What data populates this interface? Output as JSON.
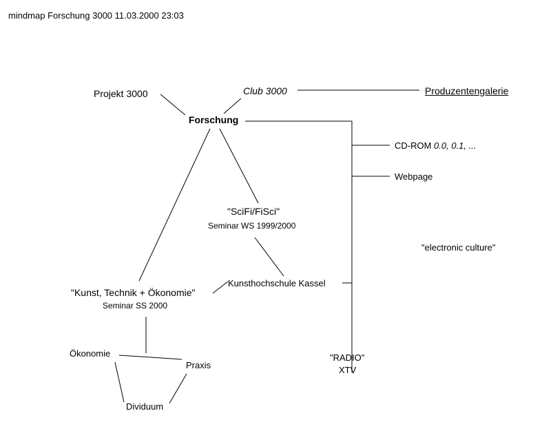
{
  "header": {
    "title": "mindmap Forschung 3000 11.03.2000 23:03"
  },
  "nodes": {
    "projekt": "Projekt 3000",
    "club": "Club 3000",
    "produzentengalerie": "Produzentengalerie",
    "forschung": "Forschung",
    "cdrom_prefix": "CD-ROM ",
    "cdrom_versions": "0.0, 0.1, ...",
    "webpage": "Webpage",
    "scifi": "\"SciFi/FiSci\"",
    "scifi_sub": "Seminar WS 1999/2000",
    "electronic": "\"electronic culture\"",
    "kunsthochschule": "Kunsthochschule Kassel",
    "kunst": "\"Kunst, Technik + Ökonomie\"",
    "kunst_sub": "Seminar SS 2000",
    "oekonomie": "Ökonomie",
    "praxis": "Praxis",
    "dividuum": "Dividuum",
    "radio": "\"RADIO\"",
    "xtv": "XTV"
  }
}
